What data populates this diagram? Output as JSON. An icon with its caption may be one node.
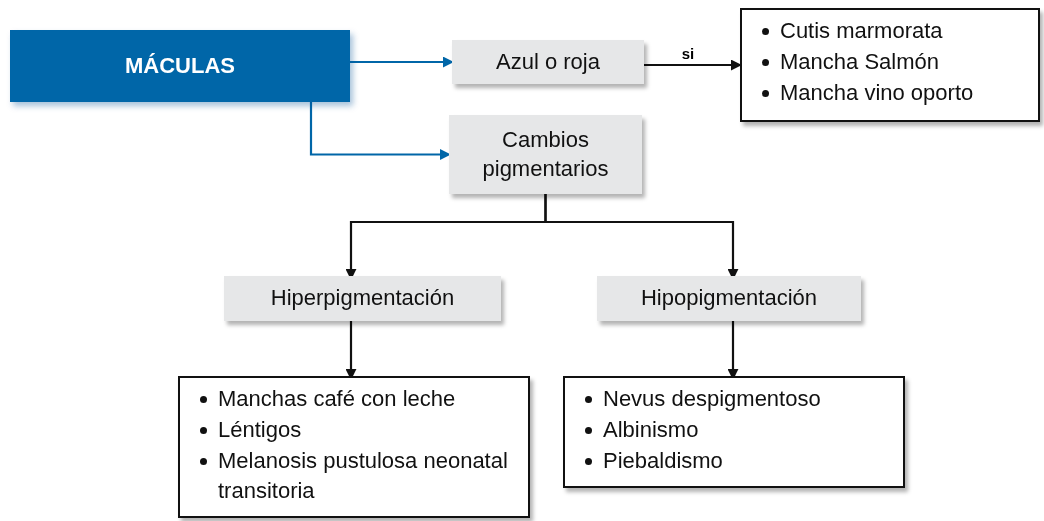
{
  "diagram": {
    "nodes": [
      {
        "text": [
          "MÁCULAS"
        ]
      },
      {
        "text": [
          "Azul o roja"
        ]
      },
      {
        "text": [
          "Cutis marmorata",
          "Mancha Salmón",
          "Mancha vino oporto"
        ]
      },
      {
        "text": [
          "Cambios pigmentarios"
        ]
      },
      {
        "text": [
          "Hiperpigmentación"
        ]
      },
      {
        "text": [
          "Hipopigmentación"
        ]
      },
      {
        "text": [
          "Manchas café con leche",
          "Léntigos",
          "Melanosis pustulosa neonatal transitoria"
        ]
      },
      {
        "text": [
          "Nevus despigmentoso",
          "Albinismo",
          "Piebaldismo"
        ]
      }
    ],
    "edges": [
      {
        "from": 0,
        "to": 1,
        "arrow": "to",
        "color": "#0066a8"
      },
      {
        "from": 0,
        "to": 3,
        "arrow": "to",
        "color": "#0066a8"
      },
      {
        "from": 1,
        "to": 2,
        "arrow": "to",
        "label": "si"
      },
      {
        "from": 3,
        "to": 4,
        "arrow": "to"
      },
      {
        "from": 3,
        "to": 5,
        "arrow": "to"
      },
      {
        "from": 4,
        "to": 6,
        "arrow": "to"
      },
      {
        "from": 5,
        "to": 7,
        "arrow": "to"
      }
    ]
  }
}
